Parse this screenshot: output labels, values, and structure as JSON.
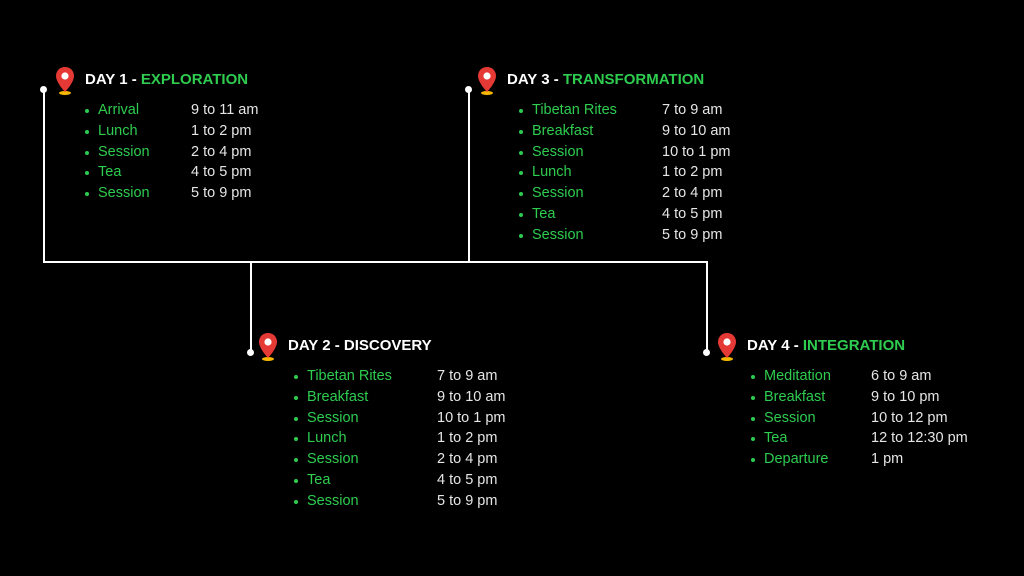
{
  "colors": {
    "accent": "#2ecc4f",
    "pin": "#e53935",
    "text": "#ffffff",
    "background": "#000000"
  },
  "days": [
    {
      "label": "DAY 1 -",
      "theme": "EXPLORATION",
      "schedule": [
        {
          "activity": "Arrival",
          "time": "9 to 11 am"
        },
        {
          "activity": "Lunch",
          "time": "1 to 2 pm"
        },
        {
          "activity": "Session",
          "time": "2 to 4 pm"
        },
        {
          "activity": "Tea",
          "time": "4 to 5 pm"
        },
        {
          "activity": "Session",
          "time": "5 to 9 pm"
        }
      ]
    },
    {
      "label": "DAY 2 - DISCOVERY",
      "theme": "",
      "schedule": [
        {
          "activity": "Tibetan Rites",
          "time": "7 to 9 am"
        },
        {
          "activity": "Breakfast",
          "time": "9 to 10 am"
        },
        {
          "activity": "Session",
          "time": "10 to 1 pm"
        },
        {
          "activity": "Lunch",
          "time": "1 to 2 pm"
        },
        {
          "activity": "Session",
          "time": "2 to 4 pm"
        },
        {
          "activity": "Tea",
          "time": "4 to 5 pm"
        },
        {
          "activity": "Session",
          "time": "5 to 9 pm"
        }
      ]
    },
    {
      "label": "DAY 3 -",
      "theme": "TRANSFORMATION",
      "schedule": [
        {
          "activity": "Tibetan Rites",
          "time": "7 to 9 am"
        },
        {
          "activity": "Breakfast",
          "time": "9 to 10 am"
        },
        {
          "activity": "Session",
          "time": "10 to 1 pm"
        },
        {
          "activity": "Lunch",
          "time": "1 to 2 pm"
        },
        {
          "activity": "Session",
          "time": "2 to 4 pm"
        },
        {
          "activity": "Tea",
          "time": "4 to 5 pm"
        },
        {
          "activity": "Session",
          "time": "5 to 9 pm"
        }
      ]
    },
    {
      "label": "DAY 4 -",
      "theme": "INTEGRATION",
      "schedule": [
        {
          "activity": "Meditation",
          "time": "6 to 9 am"
        },
        {
          "activity": "Breakfast",
          "time": "9 to 10 pm"
        },
        {
          "activity": "Session",
          "time": "10 to 12 pm"
        },
        {
          "activity": "Tea",
          "time": "12 to 12:30 pm"
        },
        {
          "activity": "Departure",
          "time": "1 pm"
        }
      ]
    }
  ]
}
